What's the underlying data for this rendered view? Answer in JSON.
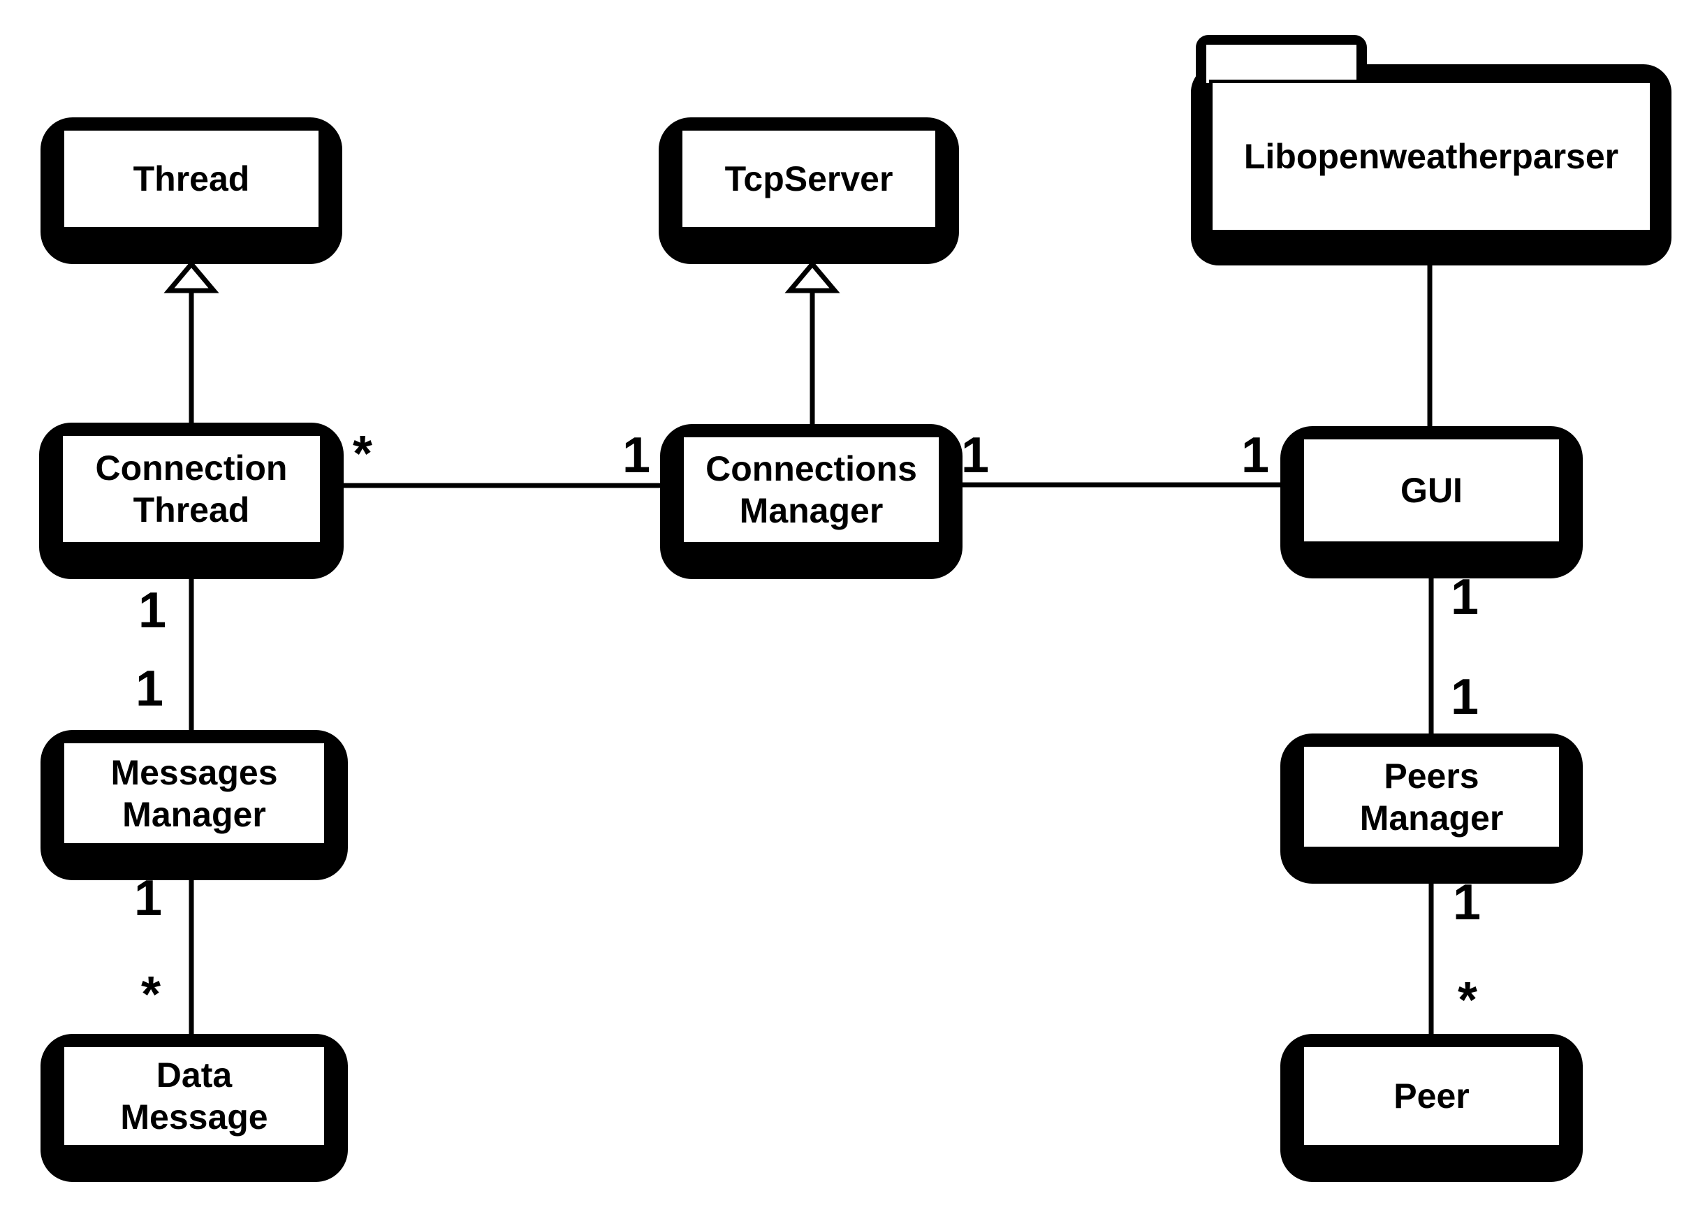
{
  "diagram": {
    "type": "uml-class-diagram",
    "background": "#ffffff",
    "line_color": "#000000",
    "fill_color": "#ffffff",
    "nodes": {
      "thread": {
        "label": "Thread",
        "shape": "class"
      },
      "tcpserver": {
        "label": "TcpServer",
        "shape": "class"
      },
      "libopenweatherparser": {
        "label": "Libopenweatherparser",
        "shape": "package"
      },
      "connection_thread": {
        "label": "Connection\nThread",
        "shape": "class"
      },
      "connections_manager": {
        "label": "Connections\nManager",
        "shape": "class"
      },
      "gui": {
        "label": "GUI",
        "shape": "class"
      },
      "messages_manager": {
        "label": "Messages\nManager",
        "shape": "class"
      },
      "peers_manager": {
        "label": "Peers\nManager",
        "shape": "class"
      },
      "data_message": {
        "label": "Data\nMessage",
        "shape": "class"
      },
      "peer": {
        "label": "Peer",
        "shape": "class"
      }
    },
    "edges": {
      "ct_thread": {
        "from": "connection_thread",
        "to": "thread",
        "type": "generalization"
      },
      "cm_tcpserver": {
        "from": "connections_manager",
        "to": "tcpserver",
        "type": "generalization"
      },
      "lib_gui": {
        "from": "libopenweatherparser",
        "to": "gui",
        "type": "association"
      },
      "ct_cm": {
        "from": "connection_thread",
        "to": "connections_manager",
        "type": "association",
        "source_mult": "*",
        "target_mult": "1"
      },
      "cm_gui": {
        "from": "connections_manager",
        "to": "gui",
        "type": "association",
        "source_mult": "1",
        "target_mult": "1"
      },
      "ct_mm": {
        "from": "connection_thread",
        "to": "messages_manager",
        "type": "association",
        "source_mult": "1",
        "target_mult": "1"
      },
      "mm_dm": {
        "from": "messages_manager",
        "to": "data_message",
        "type": "association",
        "source_mult": "1",
        "target_mult": "*"
      },
      "gui_pm": {
        "from": "gui",
        "to": "peers_manager",
        "type": "association",
        "source_mult": "1",
        "target_mult": "1"
      },
      "pm_peer": {
        "from": "peers_manager",
        "to": "peer",
        "type": "association",
        "source_mult": "1",
        "target_mult": "*"
      }
    }
  }
}
